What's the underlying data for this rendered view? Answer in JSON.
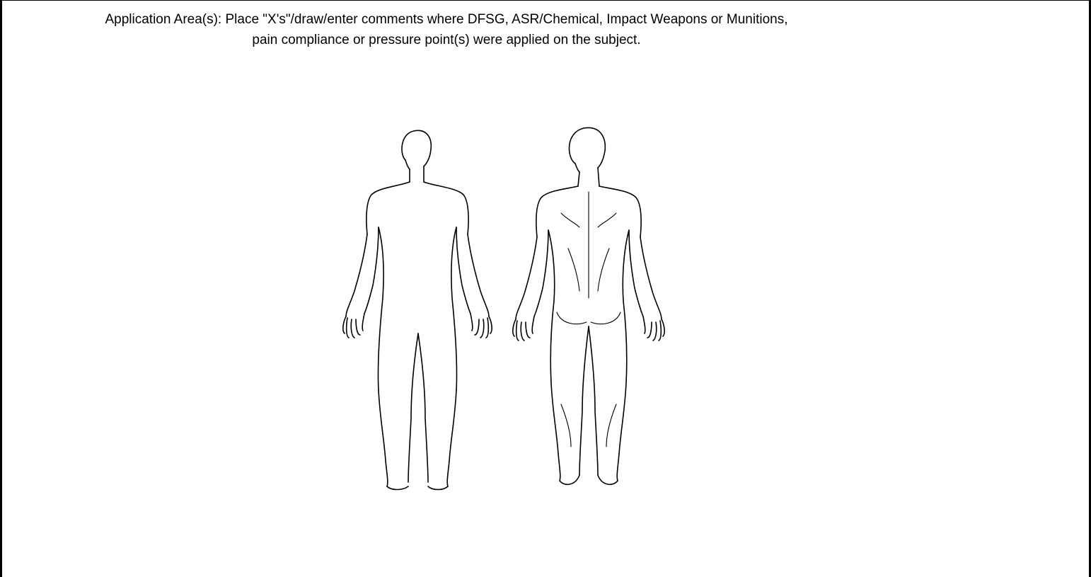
{
  "form_section": {
    "instruction_line1": "Application Area(s): Place \"X's\"/draw/enter comments where DFSG, ASR/Chemical, Impact Weapons or Munitions,",
    "instruction_line2": "pain compliance or pressure point(s) were applied on the subject."
  },
  "body_diagram": {
    "figures": [
      "front-view",
      "back-view"
    ],
    "line_color": "#000000",
    "background": "#ffffff"
  }
}
